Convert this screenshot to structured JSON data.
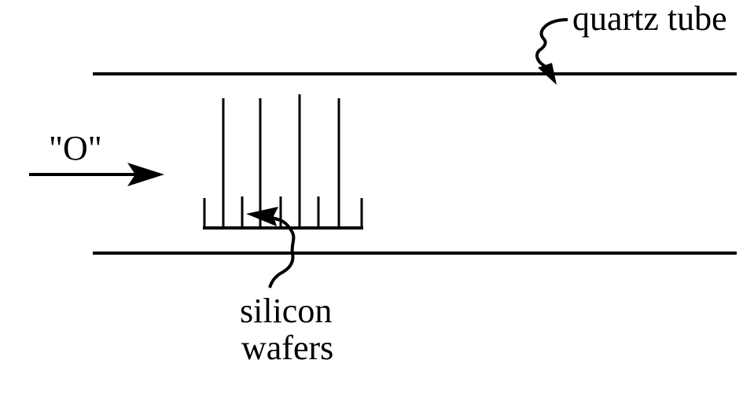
{
  "labels": {
    "quartz_tube": "quartz tube",
    "oxygen_inlet": "\"O\"",
    "wafers_line1": "silicon",
    "wafers_line2": "wafers"
  },
  "colors": {
    "ink": "#000000",
    "background": "#ffffff"
  }
}
